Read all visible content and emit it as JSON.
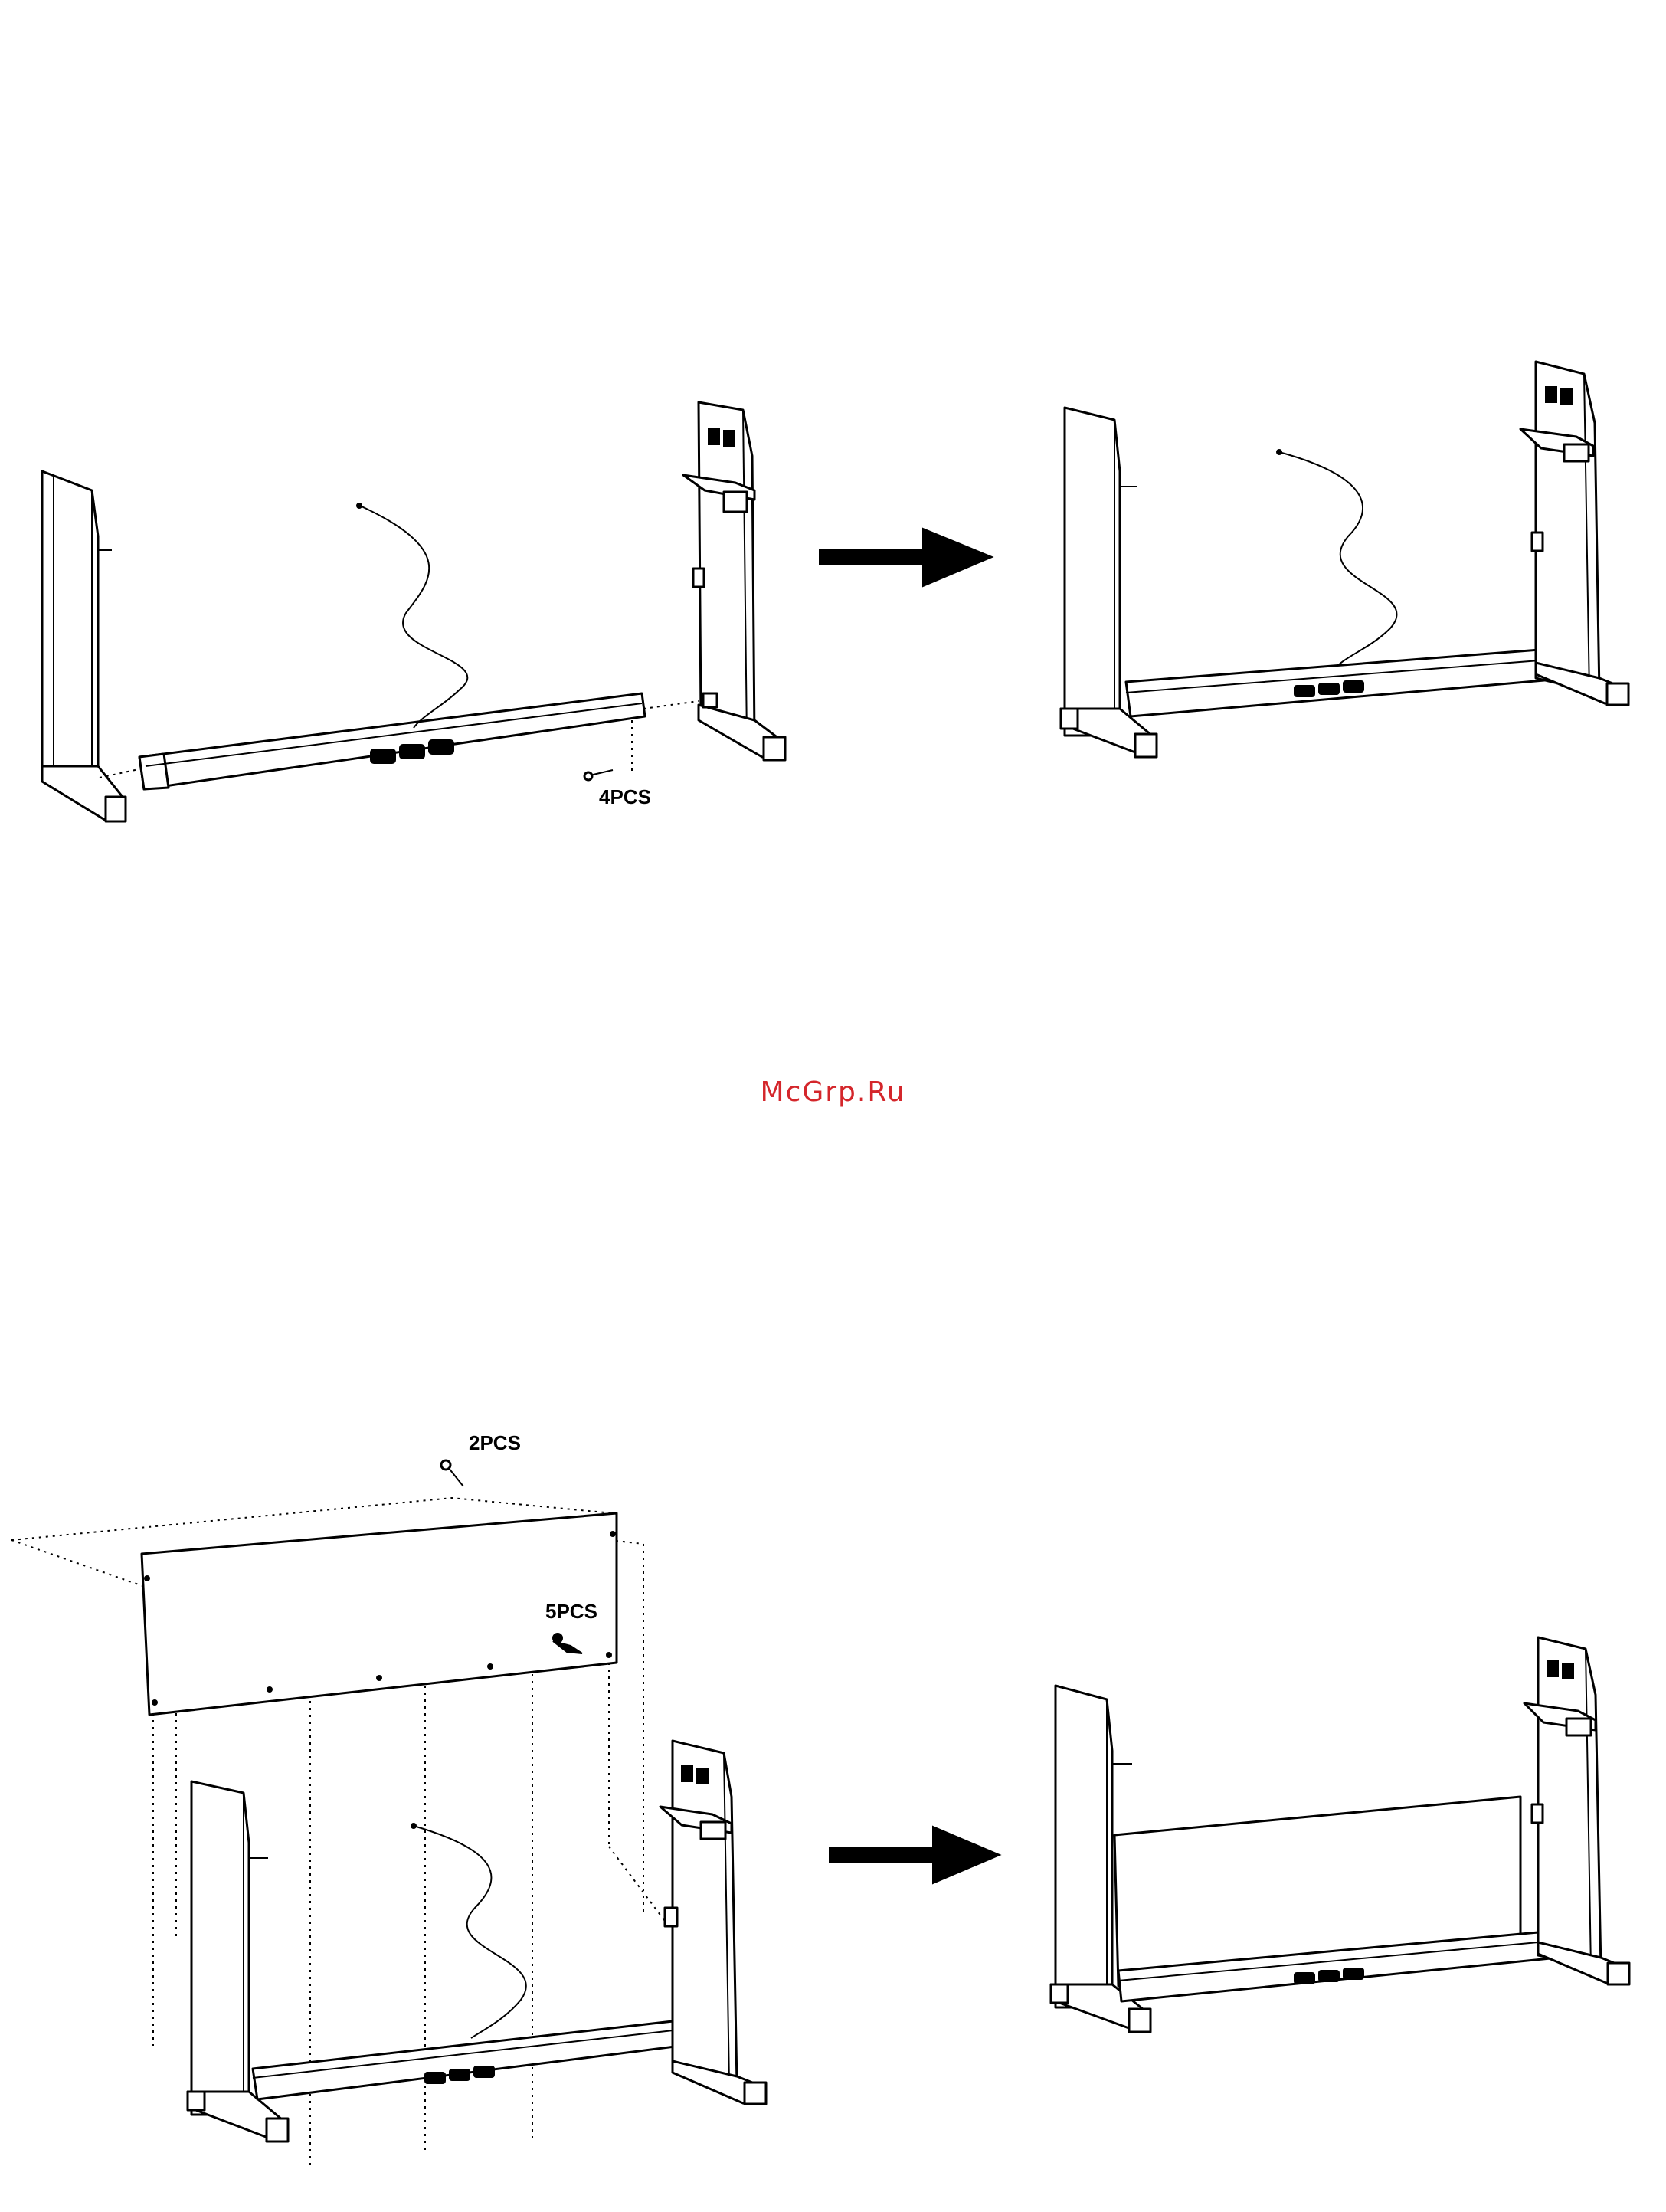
{
  "step1": {
    "screw_count_label": "4PCS"
  },
  "step2": {
    "bolt_count_label": "2PCS",
    "screw_count_label": "5PCS"
  },
  "watermark": "McGrp.Ru",
  "colors": {
    "line": "#000000",
    "watermark": "#d4262b",
    "background": "#ffffff"
  }
}
